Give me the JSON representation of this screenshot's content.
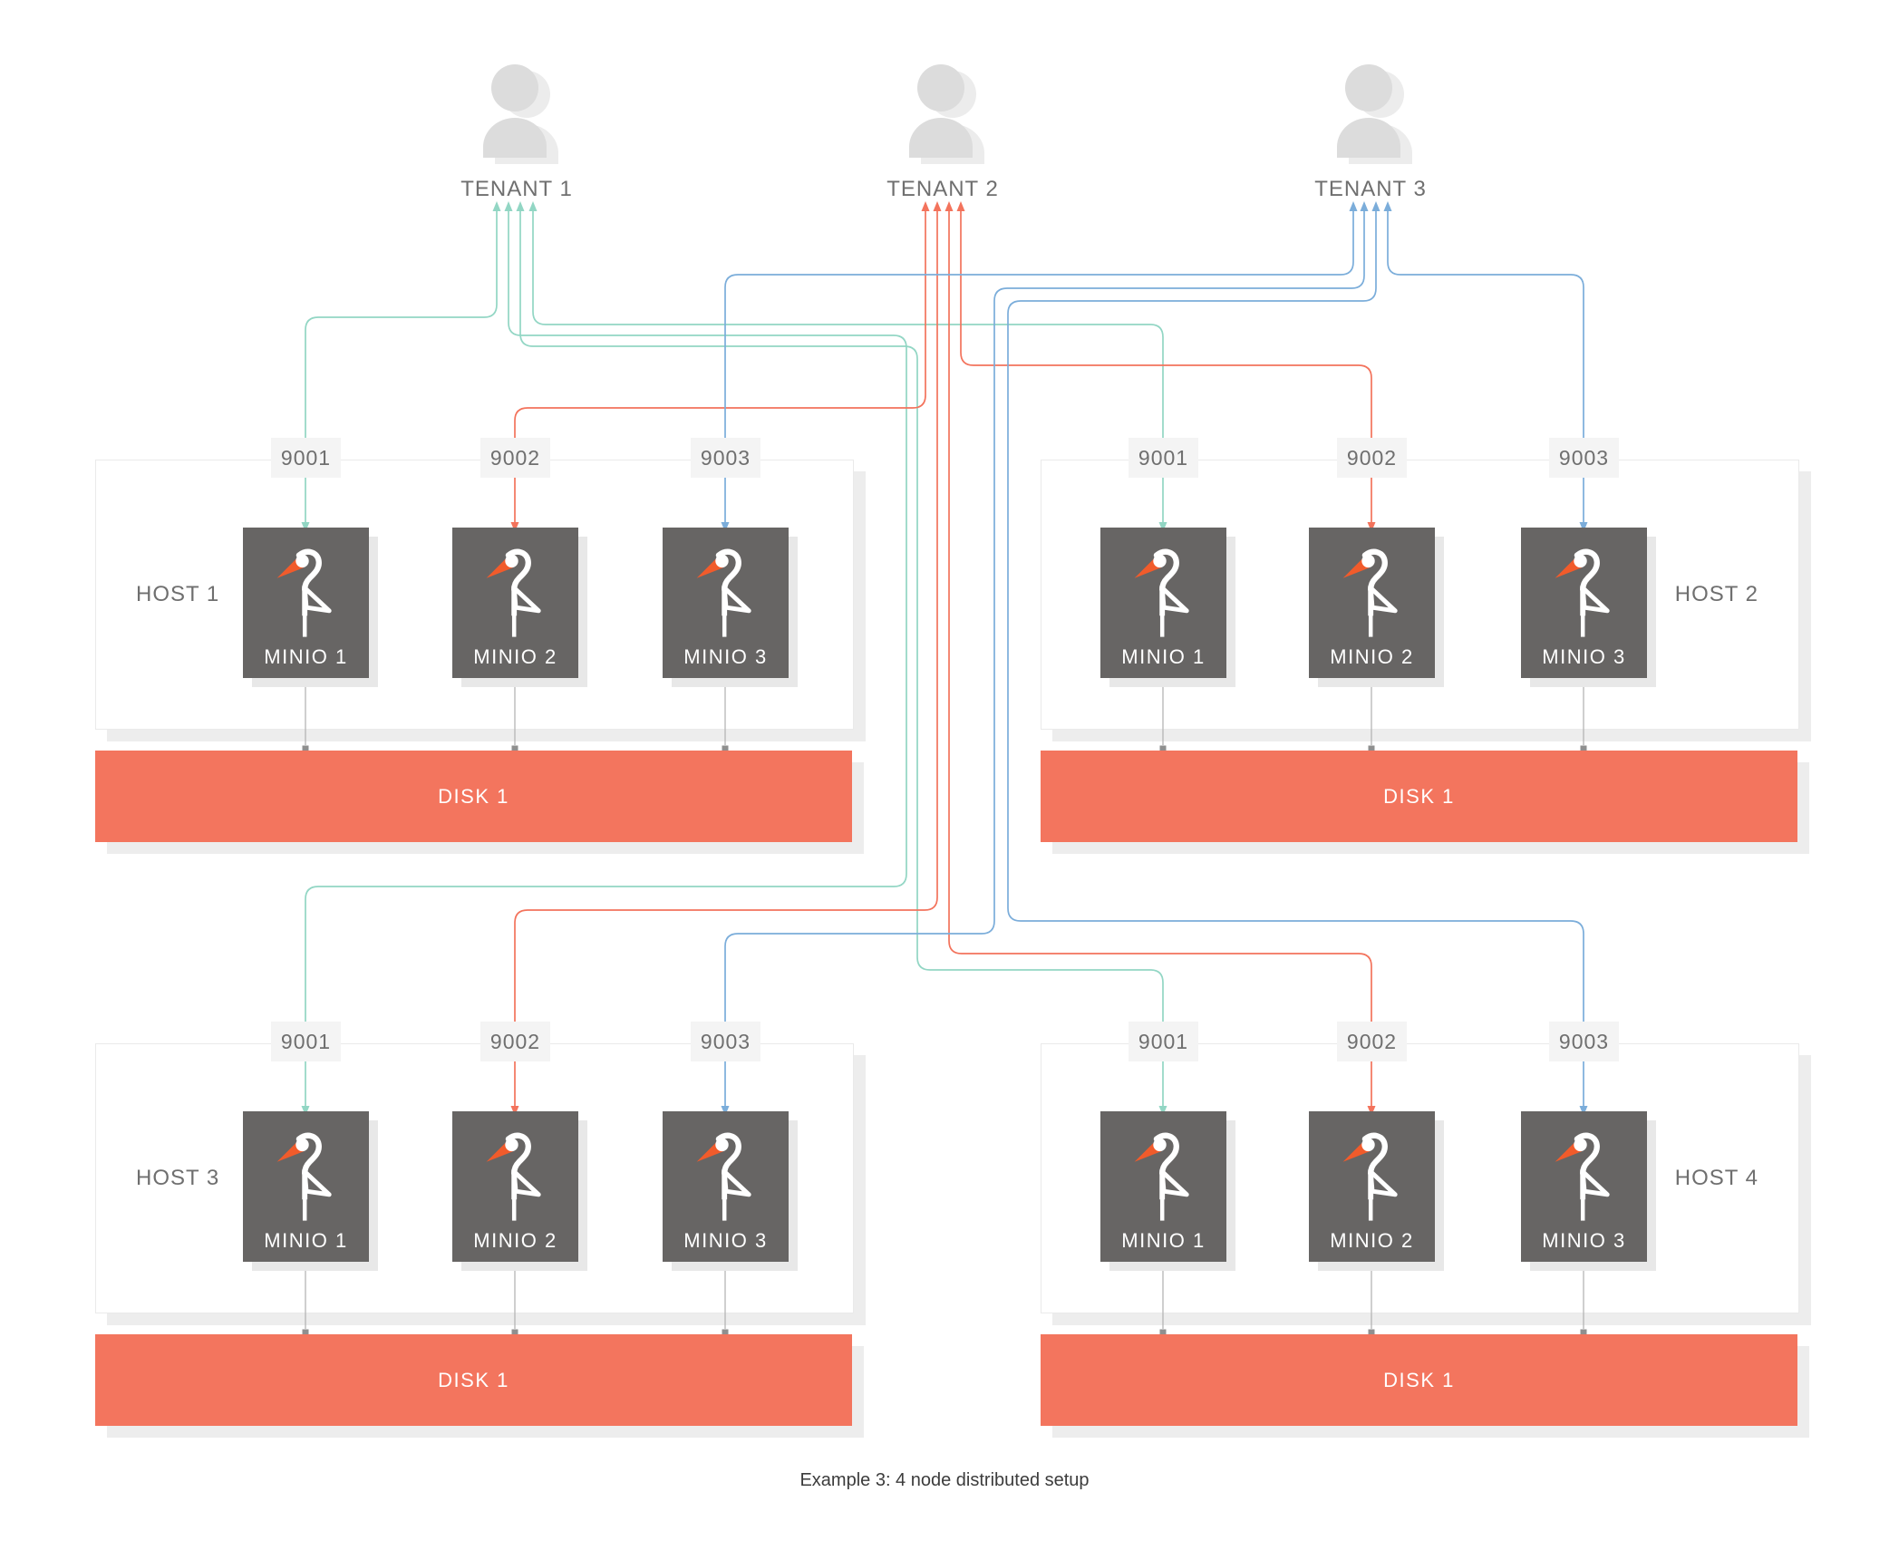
{
  "diagram": {
    "caption": "Example 3: 4 node distributed setup",
    "colors": {
      "tenant1_line": "#92d6c4",
      "tenant2_line": "#f3735c",
      "tenant3_line": "#7badda",
      "disk_fill": "#f3755e",
      "node_fill": "#676564",
      "beak_orange": "#f15b2b",
      "wire_gray": "#b5b5b5"
    }
  },
  "tenants": [
    {
      "label": "TENANT 1",
      "color": "#92d6c4",
      "port": "9001"
    },
    {
      "label": "TENANT 2",
      "color": "#f3735c",
      "port": "9002"
    },
    {
      "label": "TENANT 3",
      "color": "#7badda",
      "port": "9003"
    }
  ],
  "hosts": [
    {
      "label": "HOST 1",
      "label_side": "left",
      "ports": [
        "9001",
        "9002",
        "9003"
      ],
      "nodes": [
        "MINIO 1",
        "MINIO 2",
        "MINIO 3"
      ],
      "disk": "DISK 1"
    },
    {
      "label": "HOST 2",
      "label_side": "right",
      "ports": [
        "9001",
        "9002",
        "9003"
      ],
      "nodes": [
        "MINIO 1",
        "MINIO 2",
        "MINIO 3"
      ],
      "disk": "DISK 1"
    },
    {
      "label": "HOST 3",
      "label_side": "left",
      "ports": [
        "9001",
        "9002",
        "9003"
      ],
      "nodes": [
        "MINIO 1",
        "MINIO 2",
        "MINIO 3"
      ],
      "disk": "DISK 1"
    },
    {
      "label": "HOST 4",
      "label_side": "right",
      "ports": [
        "9001",
        "9002",
        "9003"
      ],
      "nodes": [
        "MINIO 1",
        "MINIO 2",
        "MINIO 3"
      ],
      "disk": "DISK 1"
    }
  ],
  "connections": [
    {
      "tenant": "TENANT 1",
      "host": "HOST 1",
      "port": "9001"
    },
    {
      "tenant": "TENANT 1",
      "host": "HOST 2",
      "port": "9001"
    },
    {
      "tenant": "TENANT 1",
      "host": "HOST 3",
      "port": "9001"
    },
    {
      "tenant": "TENANT 1",
      "host": "HOST 4",
      "port": "9001"
    },
    {
      "tenant": "TENANT 2",
      "host": "HOST 1",
      "port": "9002"
    },
    {
      "tenant": "TENANT 2",
      "host": "HOST 2",
      "port": "9002"
    },
    {
      "tenant": "TENANT 2",
      "host": "HOST 3",
      "port": "9002"
    },
    {
      "tenant": "TENANT 2",
      "host": "HOST 4",
      "port": "9002"
    },
    {
      "tenant": "TENANT 3",
      "host": "HOST 1",
      "port": "9003"
    },
    {
      "tenant": "TENANT 3",
      "host": "HOST 2",
      "port": "9003"
    },
    {
      "tenant": "TENANT 3",
      "host": "HOST 3",
      "port": "9003"
    },
    {
      "tenant": "TENANT 3",
      "host": "HOST 4",
      "port": "9003"
    }
  ]
}
